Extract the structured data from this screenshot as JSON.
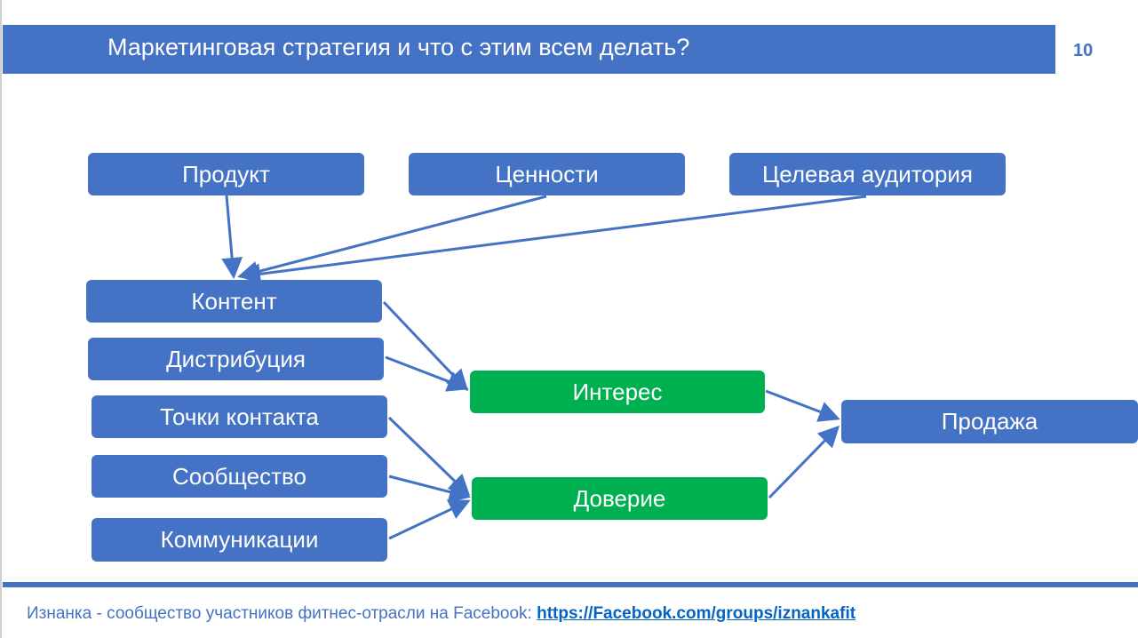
{
  "header": {
    "title": "Маркетинговая стратегия и что с этим всем делать?",
    "page_number": "10"
  },
  "diagram": {
    "nodes": {
      "product": "Продукт",
      "values": "Ценности",
      "audience": "Целевая аудитория",
      "content": "Контент",
      "distribution": "Дистрибуция",
      "touchpoints": "Точки контакта",
      "community": "Сообщество",
      "communications": "Коммуникации",
      "interest": "Интерес",
      "trust": "Доверие",
      "sale": "Продажа"
    },
    "edges": [
      [
        "product",
        "content"
      ],
      [
        "values",
        "content"
      ],
      [
        "audience",
        "content"
      ],
      [
        "content",
        "interest"
      ],
      [
        "distribution",
        "interest"
      ],
      [
        "touchpoints",
        "trust"
      ],
      [
        "community",
        "trust"
      ],
      [
        "communications",
        "trust"
      ],
      [
        "interest",
        "sale"
      ],
      [
        "trust",
        "sale"
      ]
    ],
    "colors": {
      "primary": "#4472c4",
      "green": "#00b050"
    }
  },
  "footer": {
    "text": "Изнанка - сообщество участников фитнес-отрасли на Facebook: ",
    "link": "https://Facebook.com/groups/iznankafit"
  }
}
